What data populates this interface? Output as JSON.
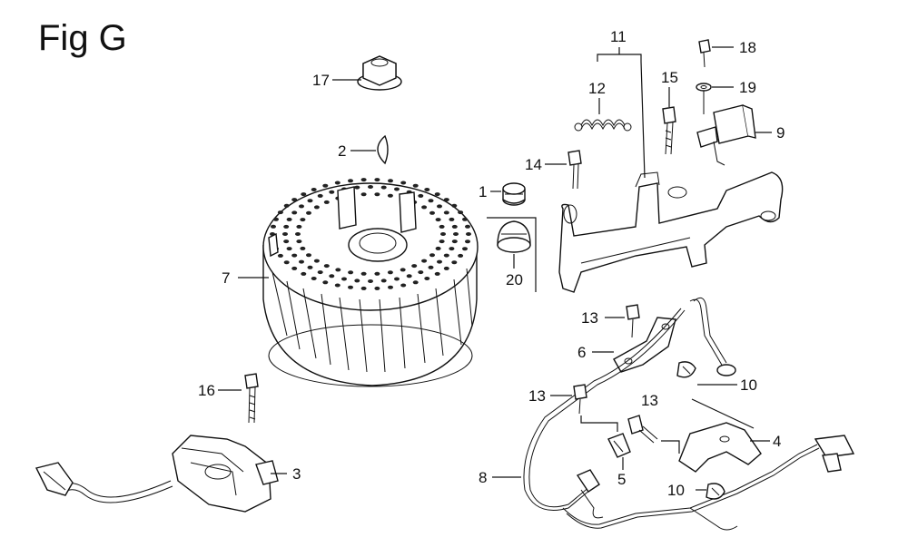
{
  "title": "Fig G",
  "callouts": {
    "c1": "1",
    "c2": "2",
    "c3": "3",
    "c4": "4",
    "c5": "5",
    "c6": "6",
    "c7": "7",
    "c8": "8",
    "c9": "9",
    "c10a": "10",
    "c10b": "10",
    "c11": "11",
    "c12": "12",
    "c13a": "13",
    "c13b": "13",
    "c13c": "13",
    "c14": "14",
    "c15": "15",
    "c16": "16",
    "c17": "17",
    "c18": "18",
    "c19": "19",
    "c20": "20"
  }
}
